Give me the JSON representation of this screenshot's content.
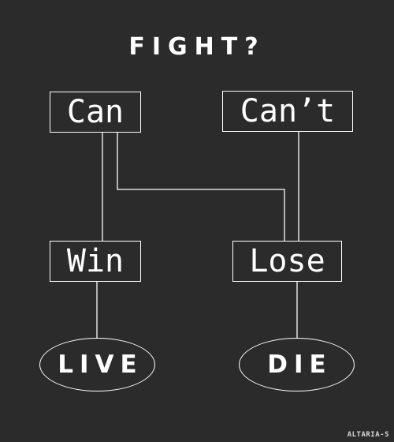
{
  "diagram": {
    "title": "FIGHT?",
    "nodes": {
      "can": "Can",
      "cant": "Can’t",
      "win": "Win",
      "lose": "Lose",
      "live": "LIVE",
      "die": "DIE"
    },
    "watermark": "ALTARIA-S",
    "colors": {
      "background": "#2b2b2b",
      "foreground": "#ffffff"
    }
  }
}
